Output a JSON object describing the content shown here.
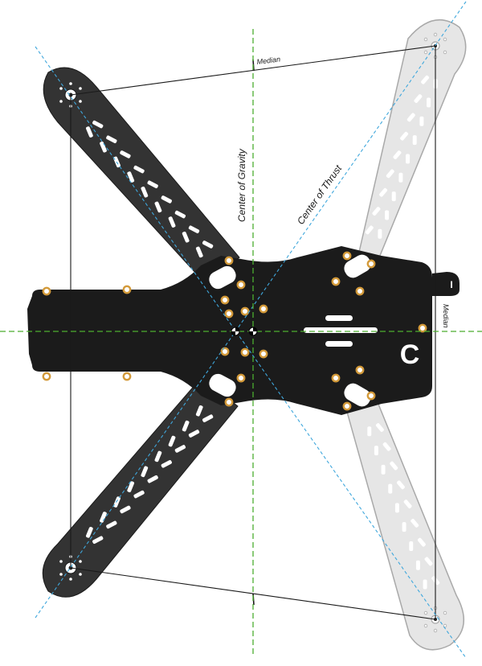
{
  "labels": {
    "center_of_gravity": "Center of Gravity",
    "center_of_thrust": "Center of Thrust",
    "median_top": "Median",
    "median_right": "Median"
  },
  "plate_marks": {
    "logo_letter": "C"
  },
  "colors": {
    "frame_dark": "#333333",
    "plate_black": "#1b1b1b",
    "frame_light": "#e6e6e6",
    "frame_light_outline": "#a9a9a9",
    "bolt_gold": "#d39a3a",
    "gravity_line": "#4cae2f",
    "thrust_line": "#3fa7dc",
    "median_line": "#1a1a1a"
  }
}
